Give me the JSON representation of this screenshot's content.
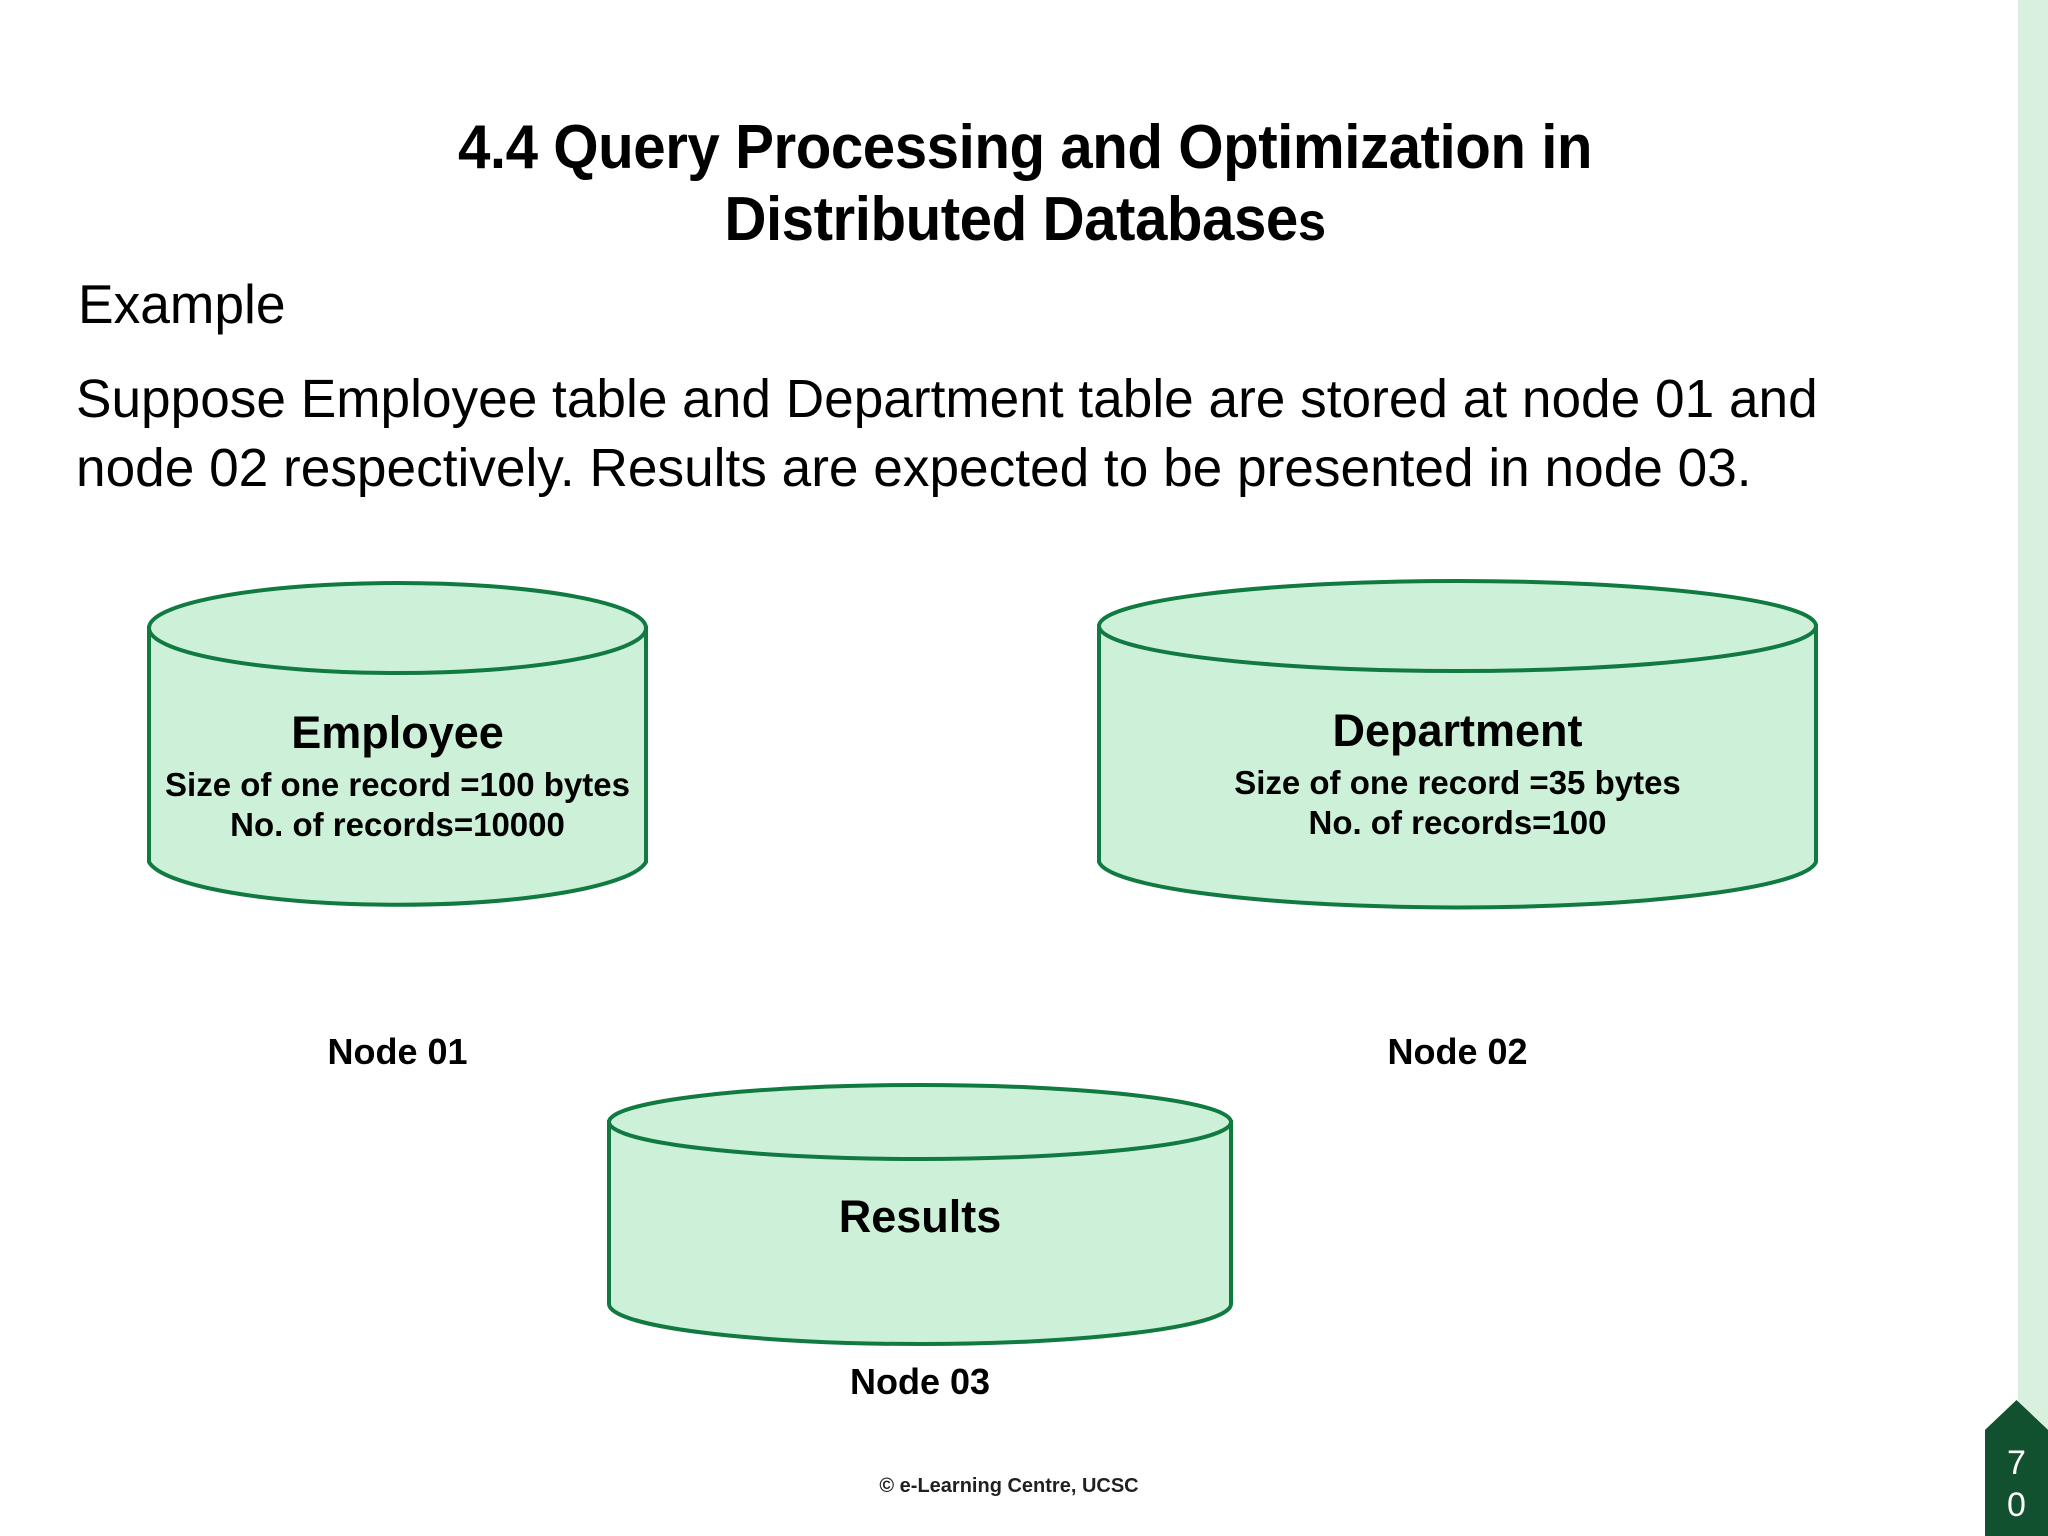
{
  "slide": {
    "title_line_1": "4.4 Query Processing and Optimization in",
    "title_line_2": "Distributed Database",
    "title_line_2_tail": "s",
    "example_label": "Example",
    "paragraph": "Suppose Employee table and Department table are stored at node 01 and node 02 respectively. Results are expected to be presented in node 03.",
    "footer": "© e-Learning Centre, UCSC",
    "page_number_digit_1": "7",
    "page_number_digit_2": "0"
  },
  "colors": {
    "cylinder_fill": "#cdf0d8",
    "cylinder_stroke": "#107a41",
    "banner": "#12512f",
    "strip": "#d8f0dd",
    "text": "#000000"
  },
  "cylinders": [
    {
      "id": "employee",
      "title": "Employee",
      "line_1": "Size of one record =100 bytes",
      "line_2": "No. of records=10000",
      "node_label": "Node 01"
    },
    {
      "id": "department",
      "title": "Department",
      "line_1": "Size of one record =35 bytes",
      "line_2": "No. of records=100",
      "node_label": "Node 02"
    },
    {
      "id": "results",
      "title": "Results",
      "line_1": "",
      "line_2": "",
      "node_label": "Node 03"
    }
  ]
}
